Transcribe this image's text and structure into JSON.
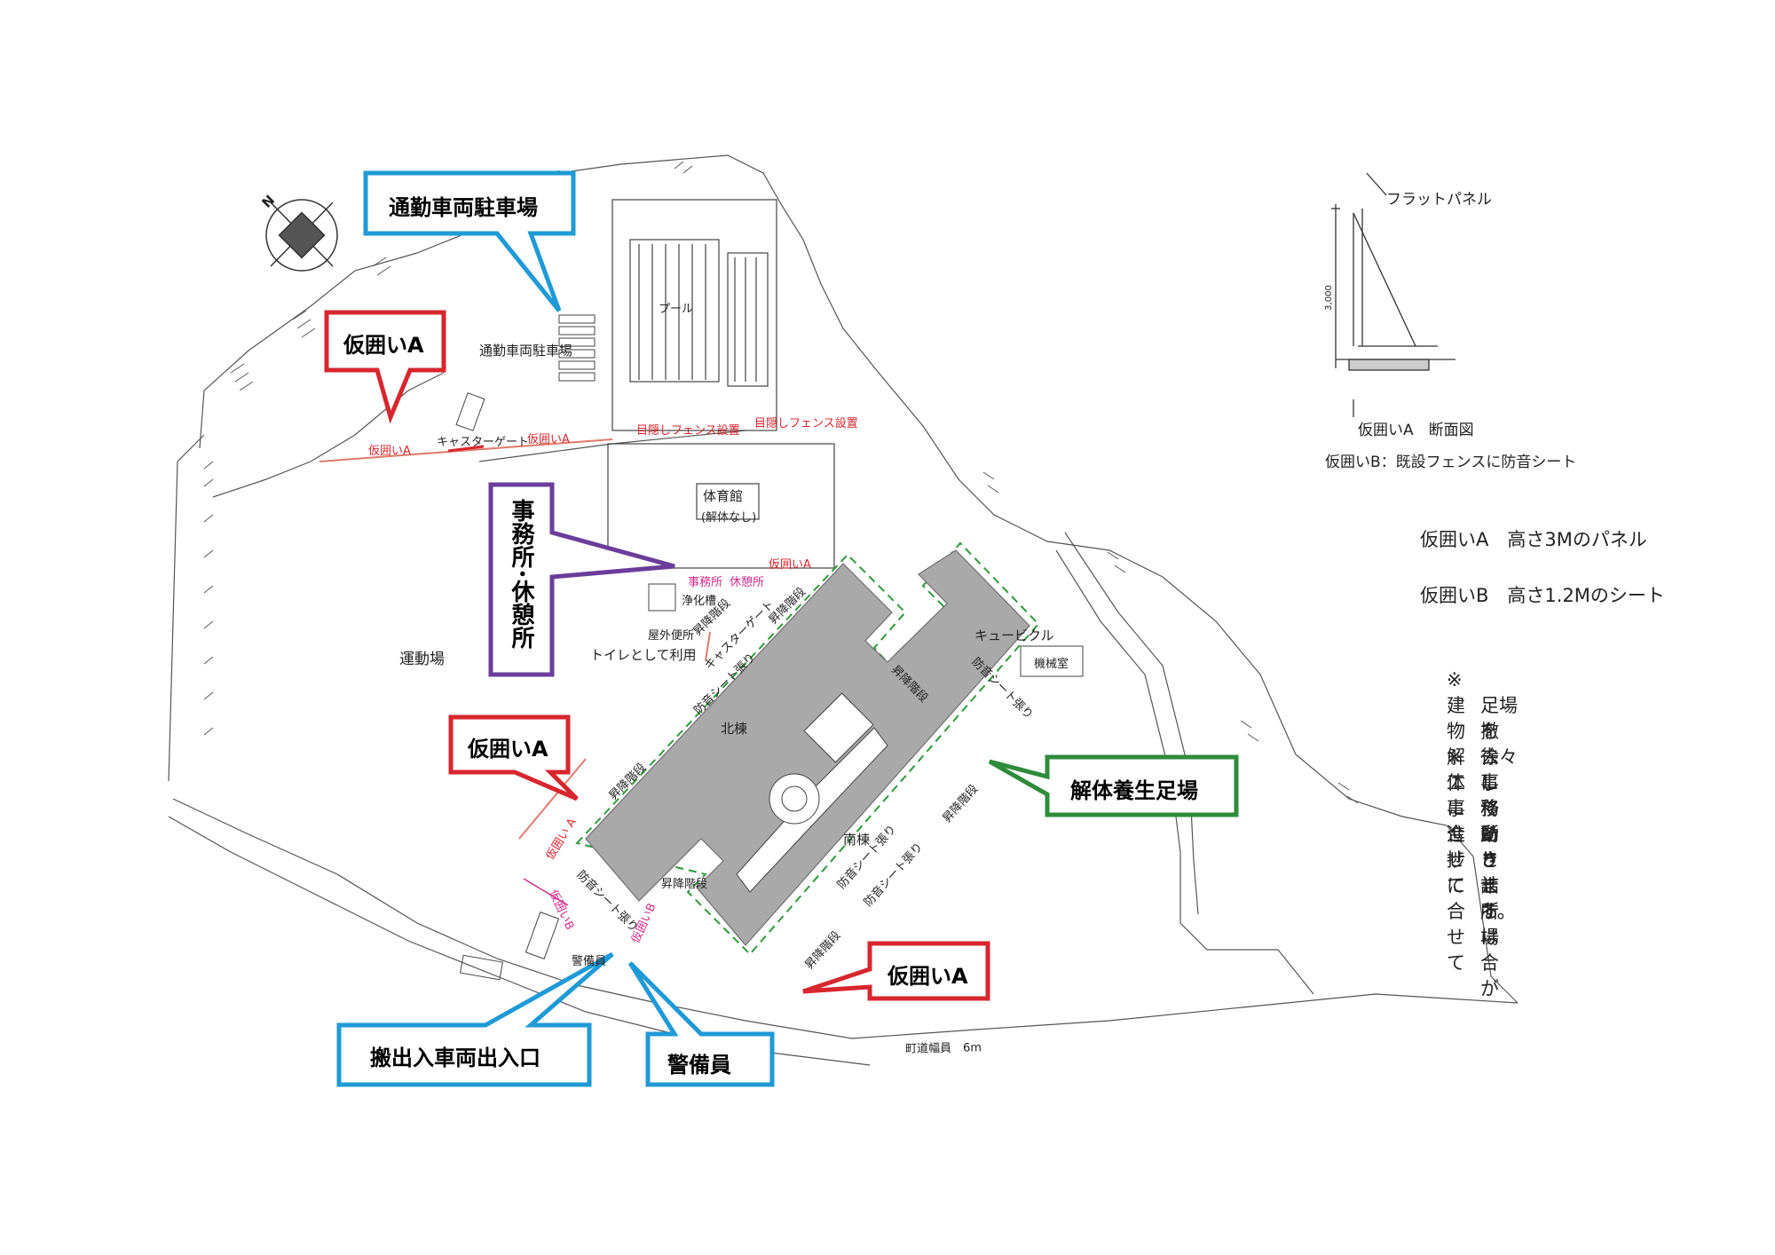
{
  "callouts": {
    "parking": "通勤車両駐車場",
    "fence_a_1": "仮囲いA",
    "office": "事務所･休憩所",
    "fence_a_2": "仮囲いA",
    "scaffold": "解体養生足場",
    "fence_a_3": "仮囲いA",
    "entrance": "搬出入車両出入口",
    "guard": "警備員"
  },
  "map_labels": {
    "parking_area": "通勤車両駐車場",
    "pool": "プール",
    "gym": "体育館",
    "gym_note": "(解体なし)",
    "playground": "運動場",
    "septic": "浄化槽",
    "outdoor_toilet": "屋外便所",
    "toilet_use": "トイレとして利用",
    "office_small": "事務所",
    "rest_small": "休憩所",
    "cubicle": "キュービクル",
    "machine_room": "機械室",
    "north_wing": "北棟",
    "south_wing": "南棟",
    "guard_small": "警備員",
    "road": "町道幅員　6m",
    "caster_gate_1": "キャスターゲート",
    "caster_gate_2": "キャスターゲート",
    "fence_a_small_1": "仮囲いA",
    "fence_a_small_2": "仮囲いA",
    "fence_a_small_3": "仮囲いA",
    "fence_a_small_4": "仮囲い A",
    "fence_b_small_1": "仮囲いB",
    "fence_b_small_2": "仮囲いB",
    "screen_fence_1": "目隠しフェンス設置",
    "screen_fence_2": "目隠しフェンス設置",
    "soundproof_1": "防音シート張り",
    "soundproof_2": "防音シート張り",
    "soundproof_3": "防音シート張り",
    "soundproof_4": "防音シート張り",
    "soundproof_5": "防音シート張り",
    "stairs_1": "昇降階段",
    "stairs_2": "昇降階段",
    "stairs_3": "昇降階段",
    "stairs_4": "昇降階段",
    "stairs_5": "昇降階段",
    "stairs_6": "昇降階段",
    "stairs_7": "昇降階段",
    "north_mark": "N"
  },
  "section": {
    "panel": "フラットパネル",
    "height": "3,000",
    "title": "仮囲いA　断面図",
    "fence_b_desc": "仮囲いB：既設フェンスに防音シート"
  },
  "legend": {
    "a": "仮囲いA　高さ3Mのパネル",
    "b": "仮囲いB　高さ1.2Mのシート"
  },
  "notes": [
    "※ 建物解体に合せて",
    "足場を徐々に",
    "撤去していきます。",
    "※ 工事進捗に合せて",
    "事務所と詰所は",
    "移動させる場合が",
    "あります。"
  ],
  "colors": {
    "fence_red": "#d8262e",
    "callout_blue": "#1f9ad6",
    "callout_purple": "#6a3d9a",
    "callout_green": "#2e8b3a",
    "building_gray": "#a9a9a9",
    "pink": "#d42c8c"
  }
}
